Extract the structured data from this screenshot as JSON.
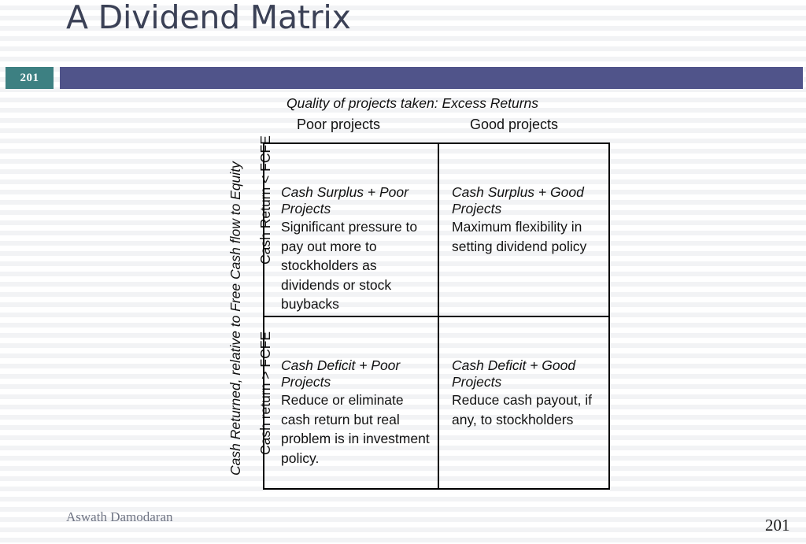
{
  "slide": {
    "title": "A Dividend Matrix",
    "badge_number": "201",
    "page_number": "201",
    "author": "Aswath Damodaran",
    "colors": {
      "title": "#3b4156",
      "badge_bg": "#3d8082",
      "header_bar": "#50548a",
      "author_text": "#6f7484",
      "matrix_border": "#000000",
      "background": "#ffffff",
      "stripe": "#f2f3f5"
    }
  },
  "matrix": {
    "column_axis_label": "Quality of projects taken: Excess Returns",
    "row_axis_label": "Cash Returned, relative to Free Cash flow to Equity",
    "columns": [
      {
        "key": "poor",
        "label": "Poor projects"
      },
      {
        "key": "good",
        "label": "Good projects"
      }
    ],
    "rows": [
      {
        "key": "surplus",
        "label": "Cash Return < FCFE"
      },
      {
        "key": "deficit",
        "label": "Cash return > FCFE"
      }
    ],
    "cells": {
      "top_left": {
        "title": "Cash Surplus + Poor Projects",
        "body": "Significant pressure to pay out more to stockholders as dividends or stock buybacks"
      },
      "top_right": {
        "title": "Cash Surplus + Good Projects",
        "body": "Maximum flexibility in setting dividend policy"
      },
      "bottom_left": {
        "title": "Cash Deficit + Poor Projects",
        "body": "Reduce or eliminate cash return but real problem is in investment policy."
      },
      "bottom_right": {
        "title": "Cash Deficit + Good Projects",
        "body": "Reduce cash payout, if any, to stockholders"
      }
    }
  }
}
